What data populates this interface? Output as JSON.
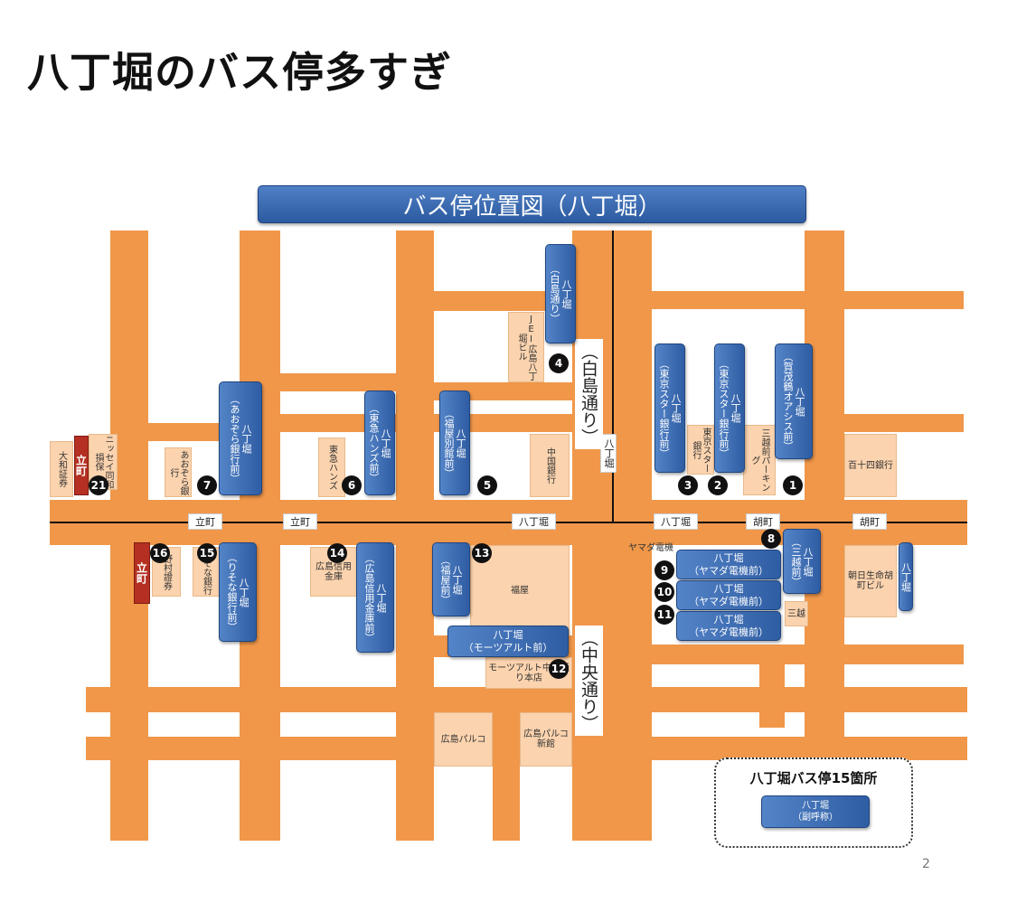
{
  "slide_title": "八丁堀のバス停多すぎ",
  "map_title": "バス停位置図（八丁堀）",
  "road_names": {
    "shirashima": "（白島通り）",
    "chuo": "（中央通り）"
  },
  "street_labels": {
    "tatemachi_a": "立町",
    "tatemachi_b": "立町",
    "hacchobori_a": "八丁堀",
    "hacchobori_v": "八丁堀",
    "hacchobori_b": "八丁堀",
    "ebisucho_a": "胡町",
    "ebisucho_b": "胡町"
  },
  "buildings": {
    "daiwa": "大和証券",
    "nissei": "ニッセイ同和損保",
    "tatemachi_red_north": "立町",
    "aozora": "あおぞら銀行",
    "tokyu_hands": "東急ハンズ",
    "jei": "JEI広島八丁堀ビル",
    "chugoku_bank": "中国銀行",
    "tokyo_star": "東京スター銀行",
    "mitsukoshi_parking": "三越前パーキング",
    "hyakujushi": "百十四銀行",
    "tatemachi_red_south": "立町",
    "nomura": "野村證券",
    "resona": "りそな銀行",
    "shinkin": "広島信用金庫",
    "fukuya": "福屋",
    "yamada": "ヤマダ電機",
    "asahi_seimei": "朝日生命胡町ビル",
    "mitsukoshi": "三越",
    "mozart": "モーツアルト中央通り本店",
    "parco": "広島パルコ",
    "parco_new": "広島パルコ新館"
  },
  "bus_stops": {
    "s1": {
      "name": "八丁堀",
      "sub": "（賀茂鶴オアシス前）",
      "num": "1"
    },
    "s2": {
      "name": "八丁堀",
      "sub": "（東京スター銀行前）",
      "num": "2"
    },
    "s3": {
      "name": "八丁堀",
      "sub": "（東京スター銀行前）",
      "num": "3"
    },
    "s4": {
      "name": "八丁堀",
      "sub": "（白島通り）",
      "num": "4"
    },
    "s5": {
      "name": "八丁堀",
      "sub": "（福屋別館前）",
      "num": "5"
    },
    "s6": {
      "name": "八丁堀",
      "sub": "（東急ハンズ前）",
      "num": "6"
    },
    "s7": {
      "name": "八丁堀",
      "sub": "（あおぞら銀行前）",
      "num": "7"
    },
    "s8": {
      "name": "八丁堀",
      "sub": "（三越前）",
      "num": "8"
    },
    "s9": {
      "name": "八丁堀",
      "sub": "（ヤマダ電機前）",
      "num": "9"
    },
    "s10": {
      "name": "八丁堀",
      "sub": "（ヤマダ電機前）",
      "num": "10"
    },
    "s11": {
      "name": "八丁堀",
      "sub": "（ヤマダ電機前）",
      "num": "11"
    },
    "s12": {
      "name": "八丁堀",
      "sub": "（モーツアルト前）",
      "num": "12"
    },
    "s13": {
      "name": "八丁堀",
      "sub": "（福屋前）",
      "num": "13"
    },
    "s14": {
      "name": "八丁堀",
      "sub": "（広島信用金庫前）",
      "num": "14"
    },
    "s15": {
      "name": "八丁堀",
      "sub": "（りそな銀行前）",
      "num": "15"
    },
    "s16": {
      "num": "16"
    },
    "s21": {
      "num": "21"
    },
    "s_east": {
      "name": "八丁堀"
    }
  },
  "legend": {
    "title": "八丁堀バス停15箇所",
    "sample_name": "八丁堀",
    "sample_sub": "（副呼称）"
  },
  "page_number": "2",
  "colors": {
    "road": "#f0974a",
    "building": "#fbd3ae",
    "bus_stop": "#2f5da3",
    "marker": "#111111",
    "red_building": "#b53022"
  }
}
